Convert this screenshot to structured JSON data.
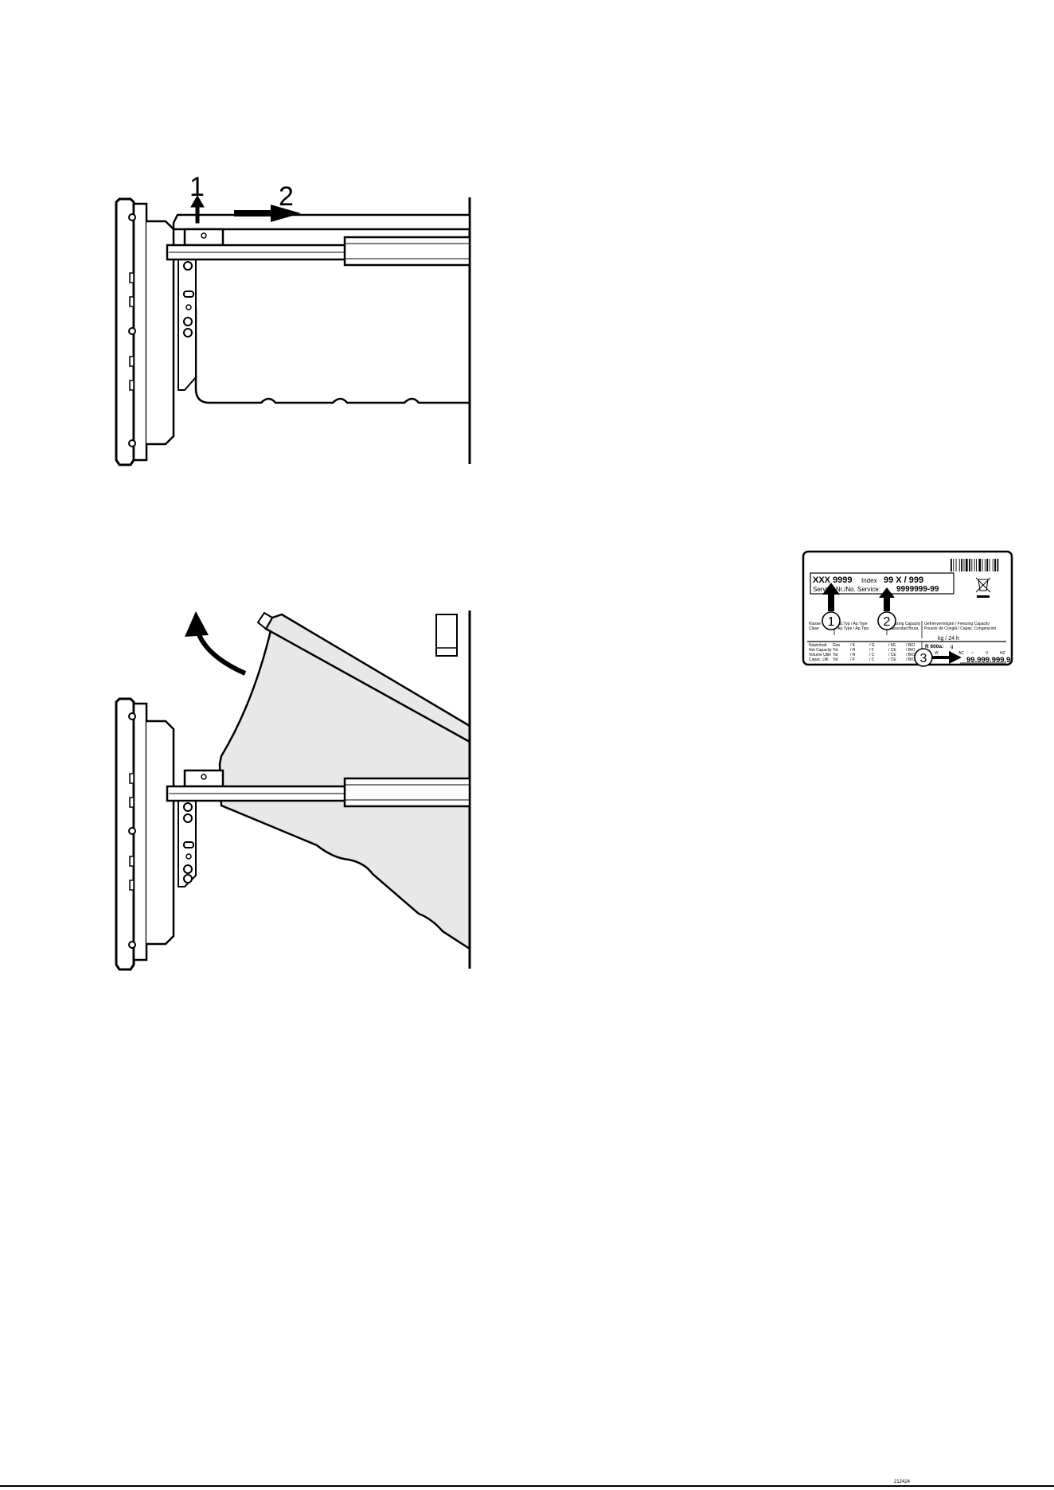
{
  "step_numbers": [
    "1",
    "2"
  ],
  "rating_plate": {
    "model": "XXX 9999",
    "index_label": "Index",
    "index_value": "99 X / 999",
    "service_label": "Service Nr./No. Service:",
    "service_value": "9999999-99",
    "col_labels": [
      "Klasse",
      "Clase",
      "Ap.Typ / Ap.Type",
      "Ap.Type / Ap.Tipo",
      "Gefriervermögen / Freezing Capacity",
      "Pouvoir de Congél./ Capac. Congelación",
      "Freezing Capacity",
      "Capacidad Bruta"
    ],
    "freeze_unit": "kg / 24 h",
    "row_labels": [
      "Nutzinhalt",
      "Net Capacity",
      "Volume Utile",
      "Capac. Útil"
    ],
    "tot_labels": [
      "Ges",
      "Tot",
      "Tot",
      "Tot"
    ],
    "unit_codes": [
      [
        "/ K",
        "/ G",
        "/ KE",
        "/ BIO"
      ],
      [
        "/ R",
        "/ F",
        "/ CE",
        "/ BIO"
      ],
      [
        "/ R",
        "/ C",
        "/ CE",
        "/ BIO"
      ],
      [
        "/ F",
        "/ C",
        "/ CE",
        "/ BIO"
      ]
    ],
    "refrigerant_label": "R 600a:",
    "refrigerant_unit": "g",
    "electric_labels": [
      "W",
      "A",
      "AC",
      "~",
      "V",
      "HZ"
    ],
    "serial_value": "99.999.999.9",
    "callouts": [
      "1",
      "2",
      "3"
    ]
  },
  "footer_code": "212424"
}
